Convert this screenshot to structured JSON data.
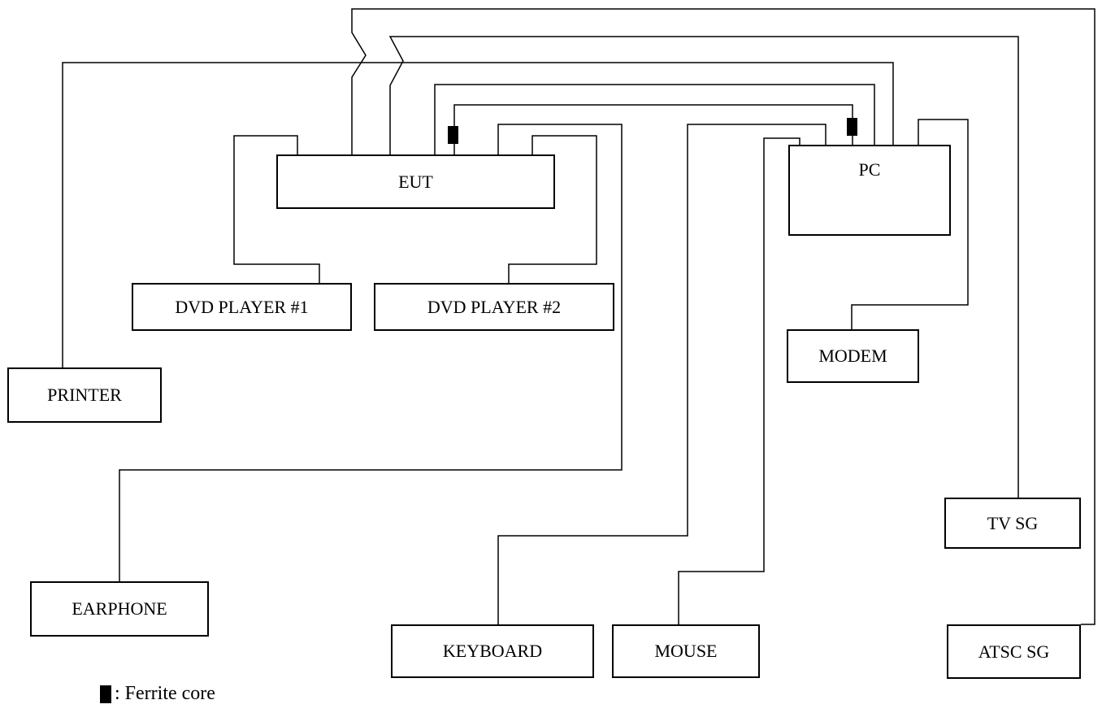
{
  "devices": {
    "eut": "EUT",
    "pc": "PC",
    "dvd1": "DVD PLAYER #1",
    "dvd2": "DVD PLAYER #2",
    "printer": "PRINTER",
    "modem": "MODEM",
    "earphone": "EARPHONE",
    "keyboard": "KEYBOARD",
    "mouse": "MOUSE",
    "tv_sg": "TV SG",
    "atsc_sg": "ATSC SG"
  },
  "legend": {
    "text": ": Ferrite core"
  },
  "colors": {
    "line": "#000000",
    "background": "#ffffff"
  }
}
